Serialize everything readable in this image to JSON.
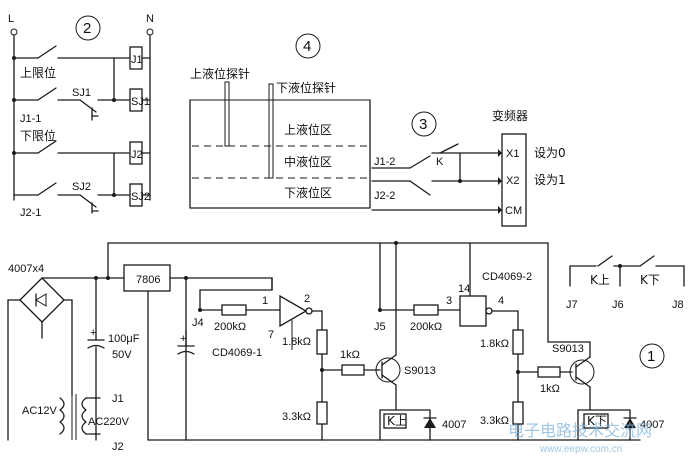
{
  "panel2": {
    "number": "2",
    "rail_left": "L",
    "rail_right": "N",
    "label_upper_limit": "上限位",
    "label_j1_1": "J1-1",
    "label_sj1": "SJ1",
    "label_lower_limit": "下限位",
    "label_j2_1": "J2-1",
    "label_sj2": "SJ2",
    "coil_j1": "J1",
    "coil_sj1": "SJ1",
    "coil_j2": "J2",
    "coil_sj2": "SJ2"
  },
  "panel4": {
    "number": "4",
    "upper_probe": "上液位探针",
    "lower_probe": "下液位探针",
    "zone_upper": "上液位区",
    "zone_middle": "中液位区",
    "zone_lower": "下液位区"
  },
  "panel3": {
    "number": "3",
    "inverter": "变频器",
    "contact_j1_2": "J1-2",
    "contact_j2_2": "J2-2",
    "contact_k": "K",
    "terminal_x1": "X1",
    "terminal_x2": "X2",
    "terminal_cm": "CM",
    "set_0": "设为0",
    "set_1": "设为1"
  },
  "panel1": {
    "number": "1",
    "bridge": "4007x4",
    "regulator": "7806",
    "cap_value": "100μF",
    "cap_voltage": "50V",
    "j4": "J4",
    "j5": "J5",
    "j6": "J6",
    "j7": "J7",
    "j8": "J8",
    "j1": "J1",
    "j2": "J2",
    "ac12": "AC12V",
    "ac220": "AC220V",
    "r1": "200kΩ",
    "r2": "200kΩ",
    "r3": "1.8kΩ",
    "r4": "3.3kΩ",
    "r5": "1kΩ",
    "r6": "1.8kΩ",
    "r7": "3.3kΩ",
    "r8": "1kΩ",
    "ic1": "CD4069-1",
    "ic2": "CD4069-2",
    "pin1": "1",
    "pin2": "2",
    "pin3": "3",
    "pin4": "4",
    "pin7": "7",
    "pin14": "14",
    "q1": "S9013",
    "q2": "S9013",
    "d1": "4007",
    "d2": "4007",
    "k_up": "K上",
    "k_down": "K下",
    "k_up_contact": "K上",
    "k_down_contact": "K下"
  },
  "watermark": {
    "text": "电子电路技术交流网",
    "url": "www.eepw.com.cn"
  }
}
